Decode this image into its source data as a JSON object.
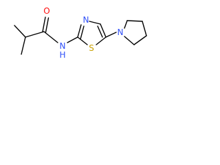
{
  "molecule": {
    "atoms": {
      "oxygen": "O",
      "amide_nitrogen": "N",
      "amide_hydrogen": "H",
      "thiazole_nitrogen": "N",
      "sulfur": "S",
      "pyrrolidine_nitrogen": "N"
    },
    "colors": {
      "bond": "#000000",
      "oxygen": "#ff0d0d",
      "nitrogen": "#3050f8",
      "sulfur": "#c8a000"
    }
  }
}
